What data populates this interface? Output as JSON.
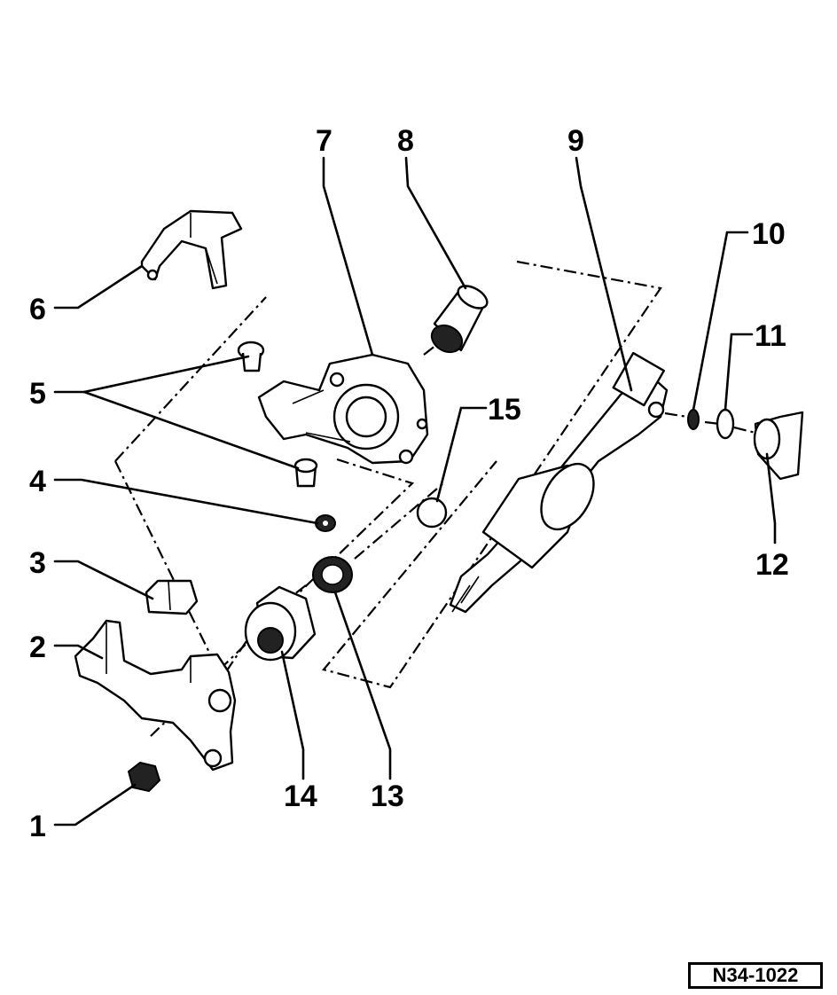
{
  "callouts": {
    "c1": "1",
    "c2": "2",
    "c3": "3",
    "c4": "4",
    "c5": "5",
    "c6": "6",
    "c7": "7",
    "c8": "8",
    "c9": "9",
    "c10": "10",
    "c11": "11",
    "c12": "12",
    "c13": "13",
    "c14": "14",
    "c15": "15"
  },
  "reference_code": "N34-1022"
}
